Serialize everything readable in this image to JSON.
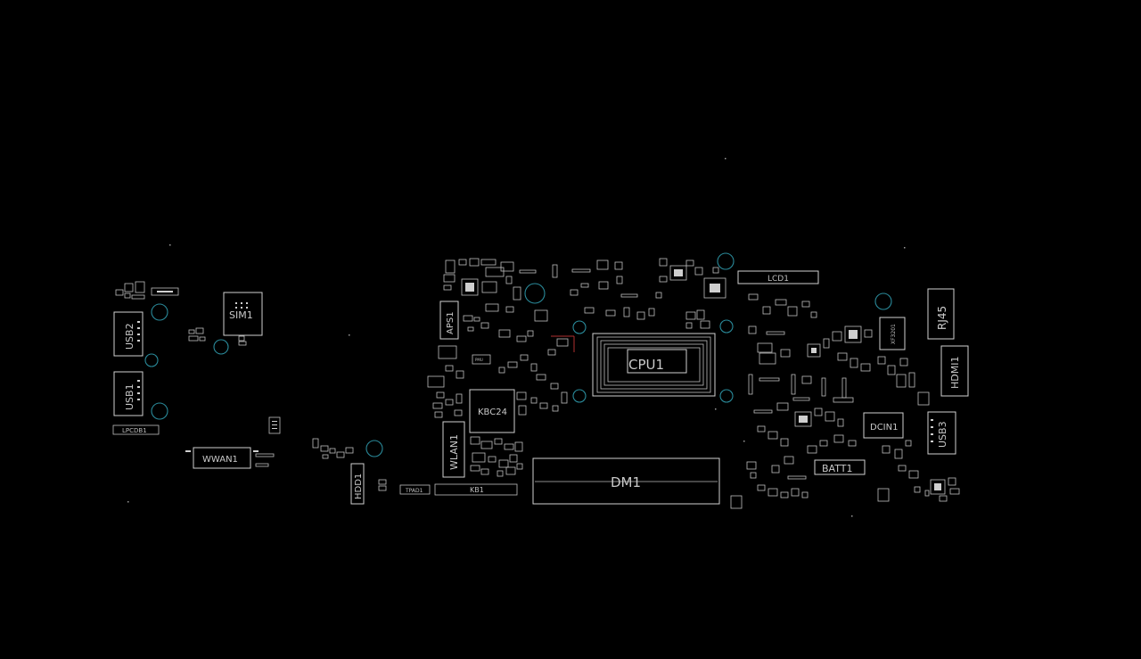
{
  "colors": {
    "background": "#000000",
    "outline": "#d0d0d0",
    "label": "#c9c9c9",
    "via": "#2a8a9a"
  },
  "components": {
    "cpu1": "CPU1",
    "dm1": "DM1",
    "kbc24": "KBC24",
    "wlan1": "WLAN1",
    "aps1": "APS1",
    "lcd1": "LCD1",
    "sim1": "SIM1",
    "usb1": "USB1",
    "usb2": "USB2",
    "usb3": "USB3",
    "wwan1": "WWAN1",
    "hdd1": "HDD1",
    "kb1": "KB1",
    "tpad1": "TPAD1",
    "lpcdb1": "LPCDB1",
    "rj45": "RJ45",
    "hdmi1": "HDMI1",
    "dcin1": "DCIN1",
    "batt1": "BATT1",
    "xf3201": "XF3201"
  }
}
